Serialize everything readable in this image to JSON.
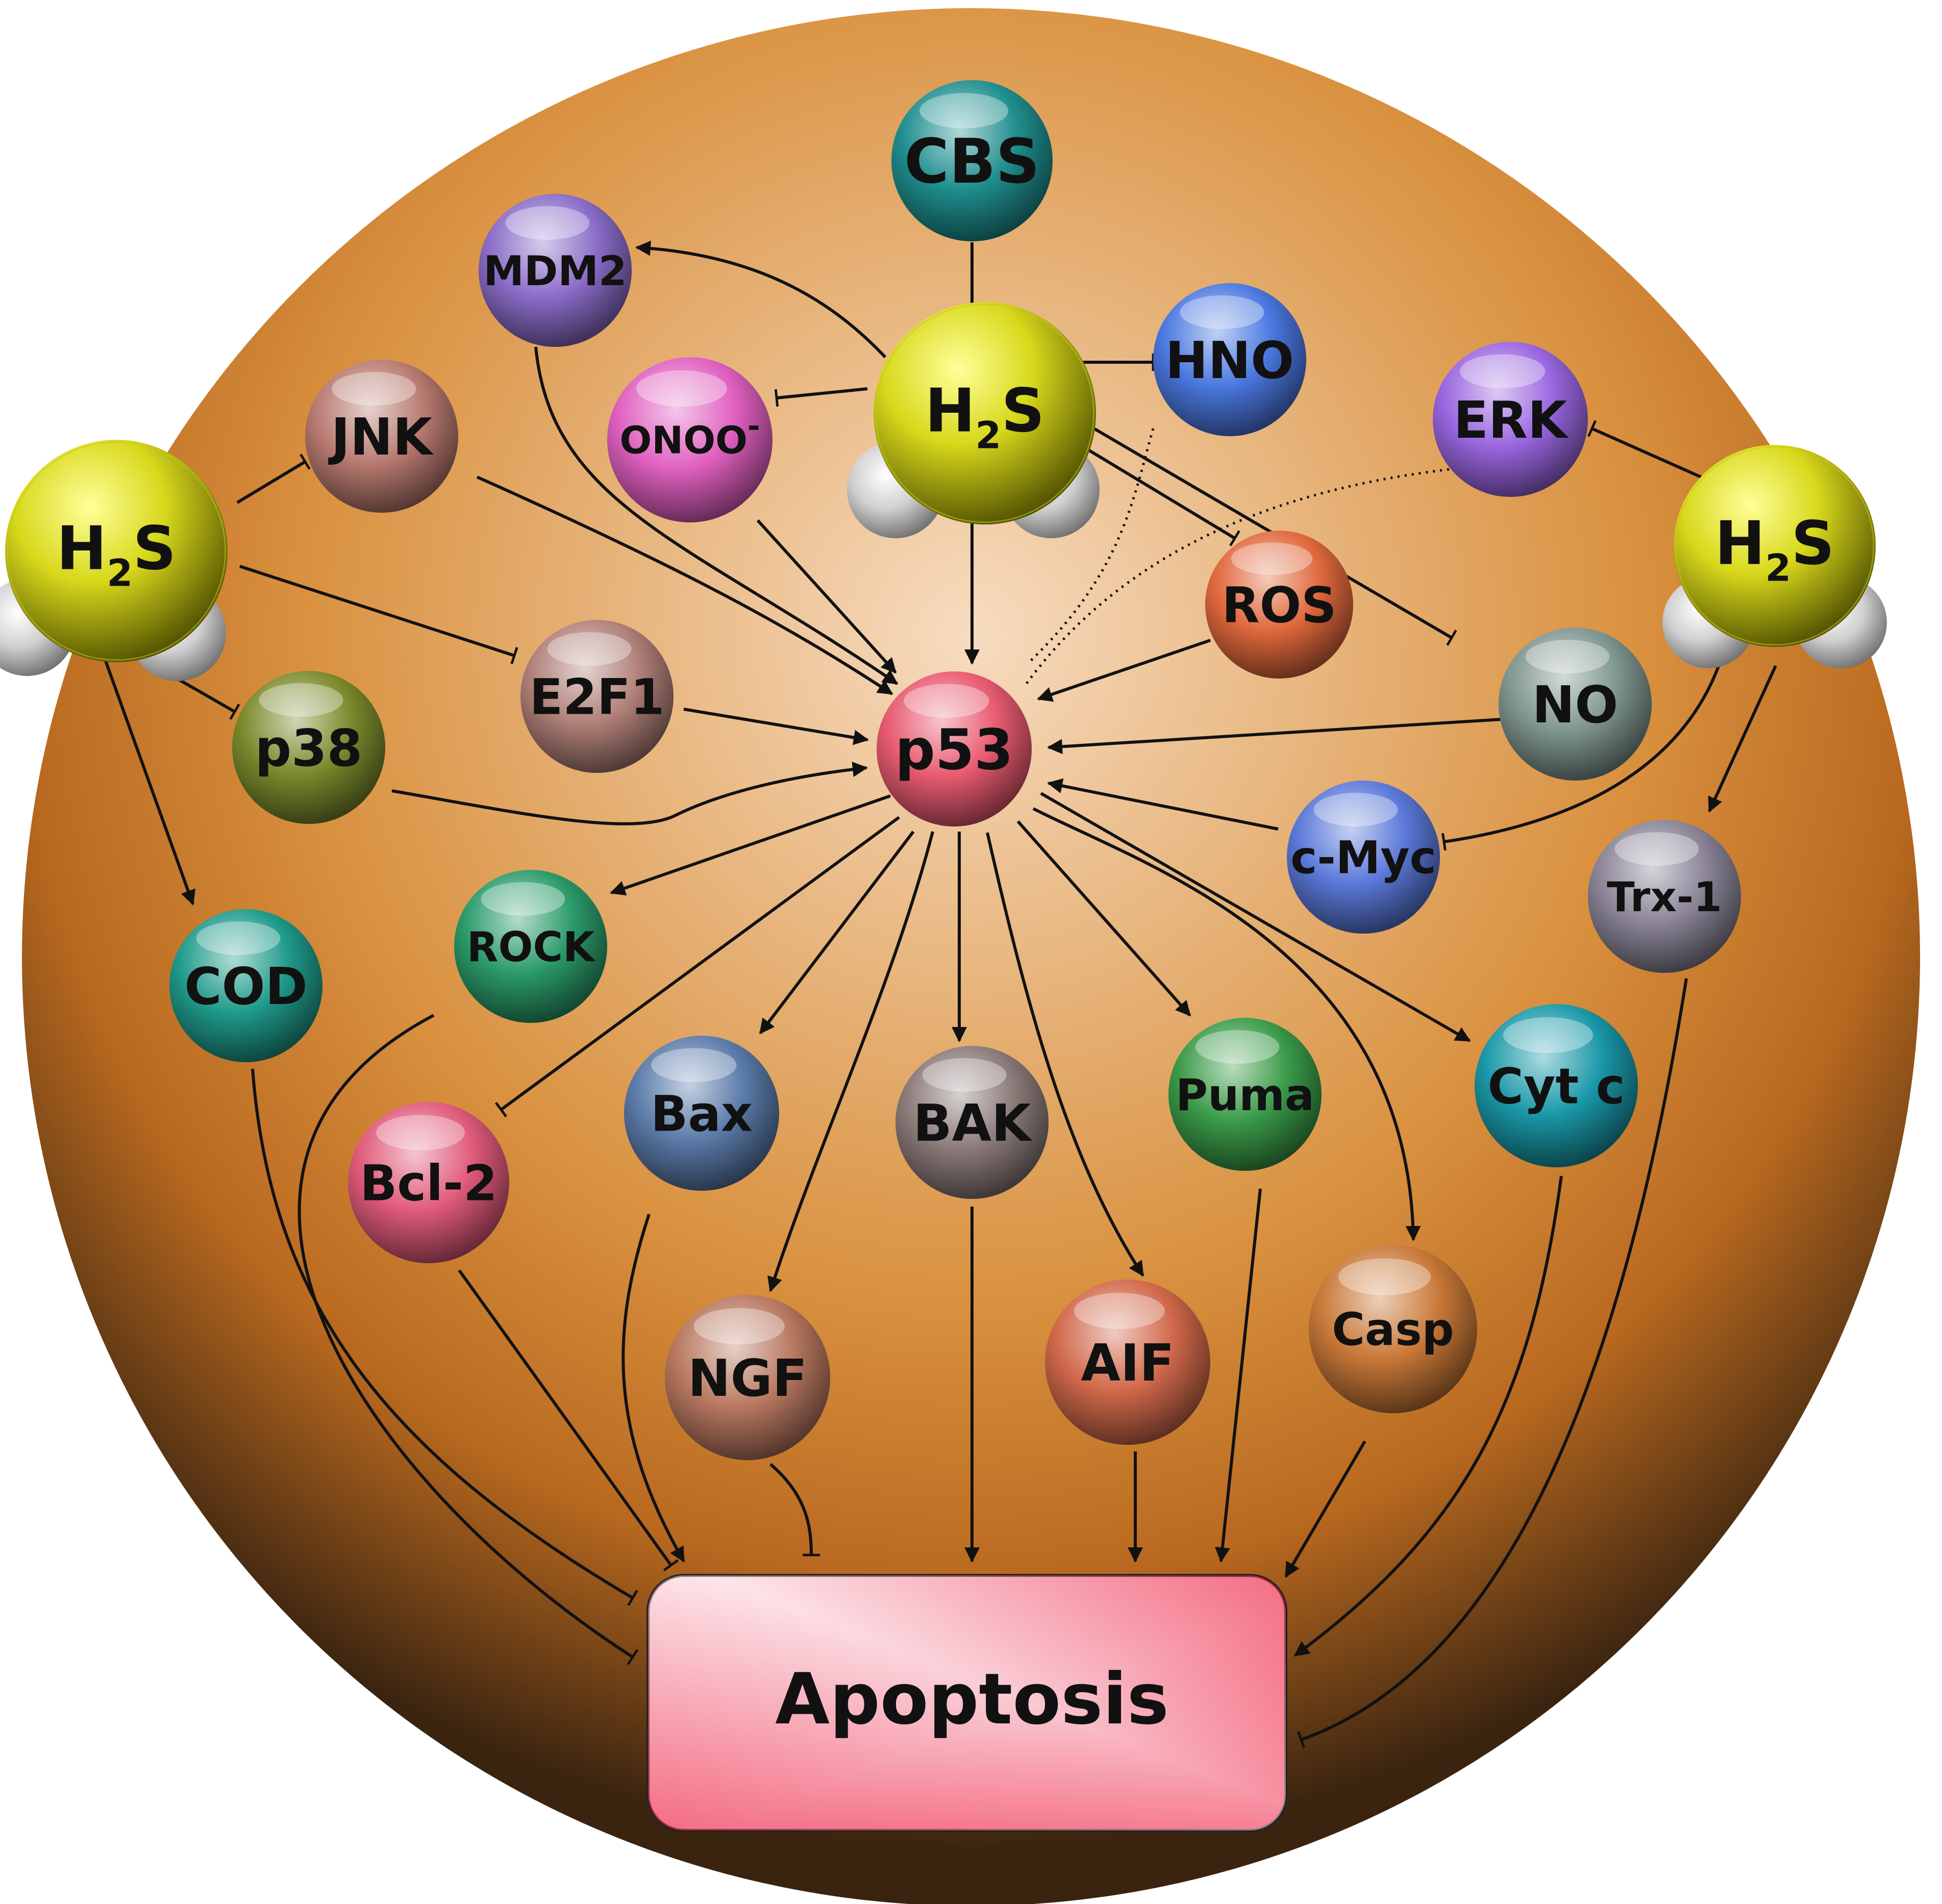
{
  "nodes": {
    "cbs": {
      "label": "CBS",
      "color": "#1f8e8e"
    },
    "mdm2": {
      "label": "MDM2",
      "color": "#8a6cc8"
    },
    "hno": {
      "label": "HNO",
      "color": "#4a78e0"
    },
    "erk": {
      "label": "ERK",
      "color": "#9a66e0"
    },
    "jnk": {
      "label": "JNK",
      "color": "#b87a70"
    },
    "onoo": {
      "label": "ONOO",
      "sup": "-",
      "color": "#e060c0"
    },
    "ros": {
      "label": "ROS",
      "color": "#e0683c"
    },
    "e2f1": {
      "label": "E2F1",
      "color": "#b08078"
    },
    "p38": {
      "label": "p38",
      "color": "#7a8a2c"
    },
    "no": {
      "label": "NO",
      "color": "#7f9590"
    },
    "p53": {
      "label": "p53",
      "color": "#e85a70"
    },
    "cmyc": {
      "label": "c-Myc",
      "color": "#5a78d8"
    },
    "trx1": {
      "label": "Trx-1",
      "color": "#8a8496"
    },
    "rock": {
      "label": "ROCK",
      "color": "#2a9a6a"
    },
    "cod": {
      "label": "COD",
      "color": "#1f9a8a"
    },
    "bcl2": {
      "label": "Bcl-2",
      "color": "#e05a7a"
    },
    "bax": {
      "label": "Bax",
      "color": "#5a7aa8"
    },
    "bak": {
      "label": "BAK",
      "color": "#8a7a78"
    },
    "puma": {
      "label": "Puma",
      "color": "#3a9a48"
    },
    "cytc": {
      "label": "Cyt c",
      "color": "#1a98a8"
    },
    "ngf": {
      "label": "NGF",
      "color": "#b87860"
    },
    "aif": {
      "label": "AIF",
      "color": "#d0684a"
    },
    "casp": {
      "label": "Casp",
      "color": "#c87838"
    }
  },
  "h2s": {
    "label_main": "H",
    "label_sub": "2",
    "label_tail": "S",
    "color": "#c8c818"
  },
  "apoptosis": {
    "label": "Apoptosis"
  },
  "colors": {
    "cell_light": "#f0c89a",
    "cell_mid": "#d2803a",
    "cell_dark": "#3a2410",
    "apoptosis_fill": "#f03050",
    "line": "#111111"
  }
}
